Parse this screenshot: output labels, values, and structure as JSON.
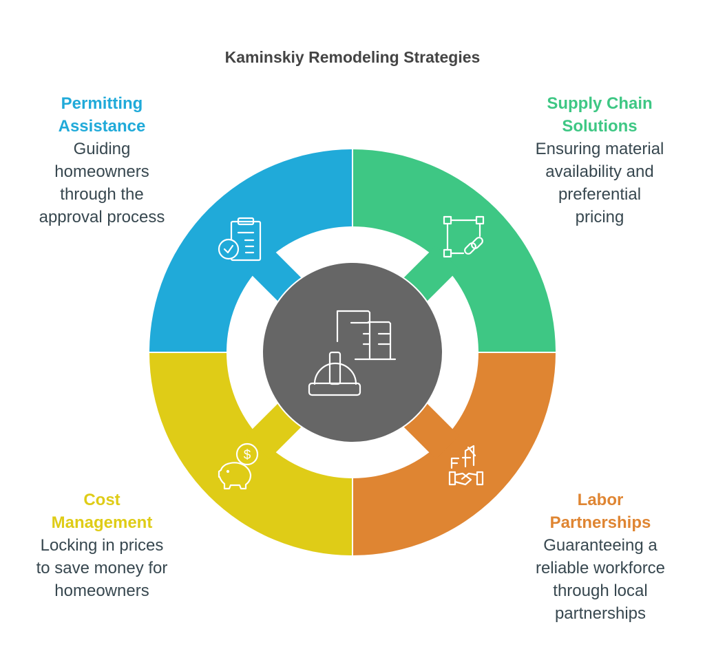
{
  "title": "Kaminskiy Remodeling Strategies",
  "colors": {
    "blue": "#20aad9",
    "green": "#3ec784",
    "yellow": "#dfcc17",
    "orange": "#df8532",
    "center": "#666666"
  },
  "sections": [
    {
      "title_lines": [
        "Permitting",
        "Assistance"
      ],
      "desc_lines": [
        "Guiding",
        "homeowners",
        "through the",
        "approval process"
      ],
      "icon": "clipboard-check-icon"
    },
    {
      "title_lines": [
        "Supply Chain",
        "Solutions"
      ],
      "desc_lines": [
        "Ensuring material",
        "availability and",
        "preferential",
        "pricing"
      ],
      "icon": "linked-nodes-icon"
    },
    {
      "title_lines": [
        "Cost",
        "Management"
      ],
      "desc_lines": [
        "Locking in prices",
        "to save money for",
        "homeowners"
      ],
      "icon": "piggy-bank-icon"
    },
    {
      "title_lines": [
        "Labor",
        "Partnerships"
      ],
      "desc_lines": [
        "Guaranteeing a",
        "reliable workforce",
        "through local",
        "partnerships"
      ],
      "icon": "handshake-icon"
    }
  ],
  "center_icon": "hard-hat-buildings-icon"
}
